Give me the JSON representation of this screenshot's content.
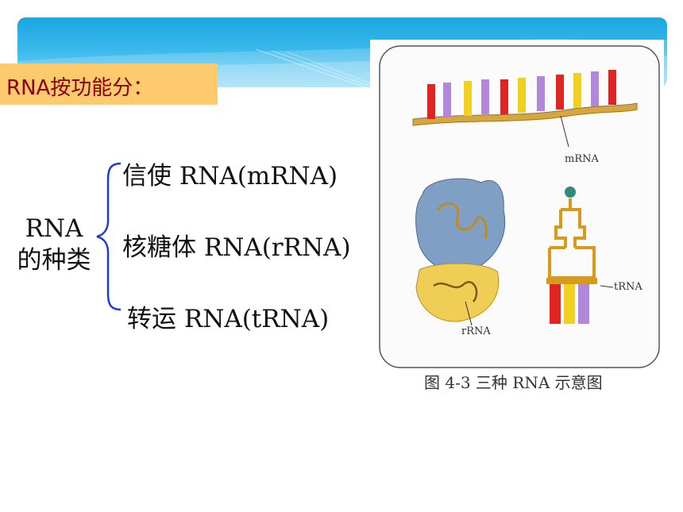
{
  "heading": "RNA按功能分：",
  "category": {
    "line1": "RNA",
    "line2": "的种类"
  },
  "types": [
    {
      "label": "信使 RNA(mRNA)"
    },
    {
      "label": "核糖体 RNA(rRNA)"
    },
    {
      "label": "转运 RNA(tRNA)"
    }
  ],
  "figure": {
    "labels": {
      "mrna": "mRNA",
      "trna_right": "tRNA",
      "trna_left": "rRNA"
    },
    "caption": "图 4-3   三种 RNA 示意图"
  },
  "colors": {
    "banner": "#1aa6df",
    "heading_bg": "#fdcb6e",
    "heading_text": "#8b0000",
    "brace": "#1f3bd6"
  }
}
